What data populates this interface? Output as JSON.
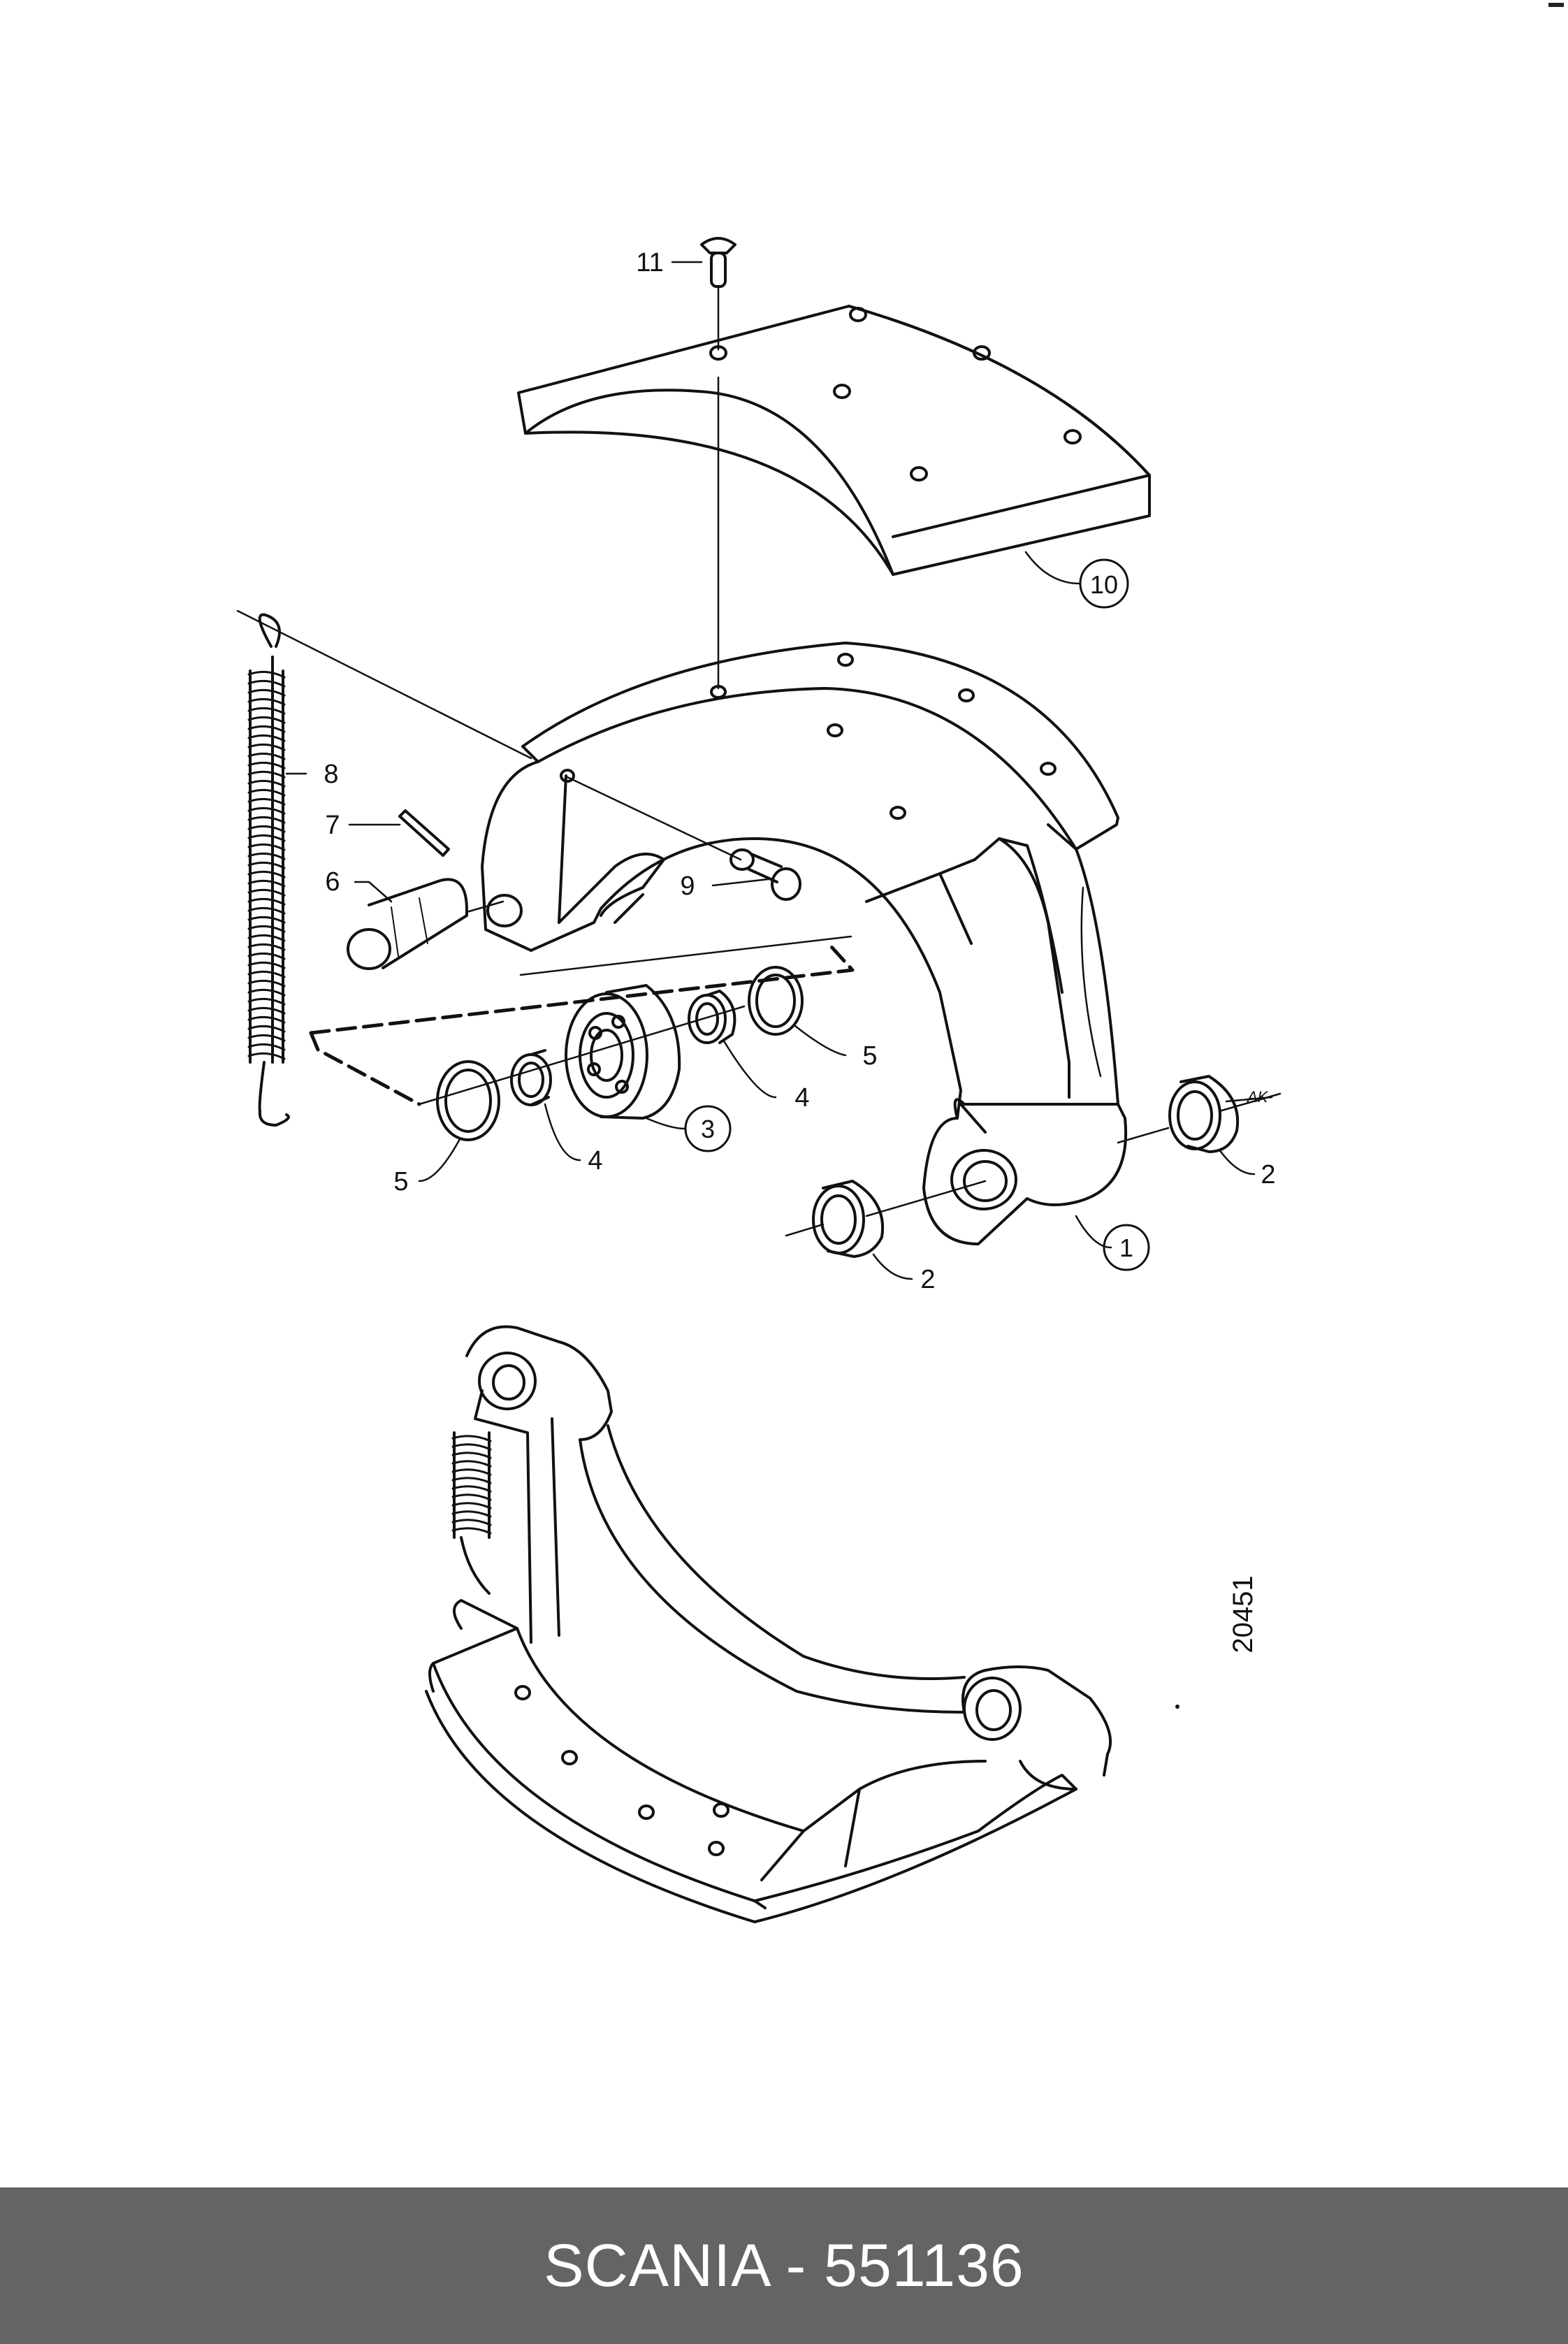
{
  "footer": {
    "title": "SCANIA - 551136"
  },
  "diagram": {
    "drawing_number": "20451",
    "note": "AK",
    "callouts": [
      {
        "id": "c1",
        "label": "1",
        "circled": true
      },
      {
        "id": "c2a",
        "label": "2",
        "circled": false
      },
      {
        "id": "c2b",
        "label": "2",
        "circled": false
      },
      {
        "id": "c3",
        "label": "3",
        "circled": true
      },
      {
        "id": "c4a",
        "label": "4",
        "circled": false
      },
      {
        "id": "c4b",
        "label": "4",
        "circled": false
      },
      {
        "id": "c5a",
        "label": "5",
        "circled": false
      },
      {
        "id": "c5b",
        "label": "5",
        "circled": false
      },
      {
        "id": "c6",
        "label": "6",
        "circled": false
      },
      {
        "id": "c7",
        "label": "7",
        "circled": false
      },
      {
        "id": "c8",
        "label": "8",
        "circled": false
      },
      {
        "id": "c9",
        "label": "9",
        "circled": false
      },
      {
        "id": "c10",
        "label": "10",
        "circled": true
      },
      {
        "id": "c11",
        "label": "11",
        "circled": false
      }
    ]
  }
}
